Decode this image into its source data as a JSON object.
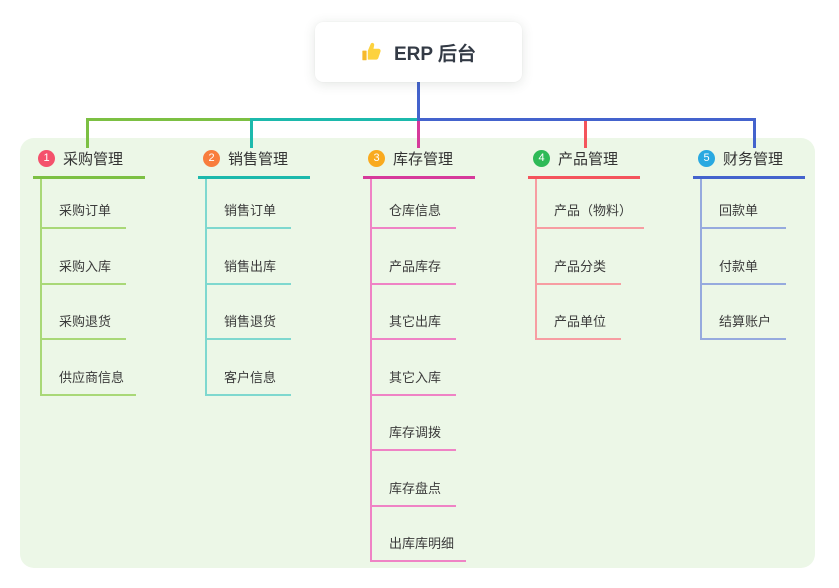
{
  "root": {
    "title": "ERP 后台",
    "icon": "thumbs-up-icon"
  },
  "connector": {
    "stem_color": "#4463cd"
  },
  "branches": [
    {
      "num": "1",
      "title": "采购管理",
      "color": "#7cc043",
      "light_color": "#a9d877",
      "badge_color": "#f4516c",
      "children": [
        "采购订单",
        "采购入库",
        "采购退货",
        "供应商信息"
      ]
    },
    {
      "num": "2",
      "title": "销售管理",
      "color": "#1cb9ac",
      "light_color": "#7ed8cf",
      "badge_color": "#f87d3d",
      "children": [
        "销售订单",
        "销售出库",
        "销售退货",
        "客户信息"
      ]
    },
    {
      "num": "3",
      "title": "库存管理",
      "color": "#d63a9b",
      "light_color": "#ef83c5",
      "badge_color": "#f9aa1f",
      "children": [
        "仓库信息",
        "产品库存",
        "其它出库",
        "其它入库",
        "库存调拨",
        "库存盘点",
        "出库库明细"
      ]
    },
    {
      "num": "4",
      "title": "产品管理",
      "color": "#f4545c",
      "light_color": "#f79da2",
      "badge_color": "#2eba57",
      "children": [
        "产品（物料）",
        "产品分类",
        "产品单位"
      ]
    },
    {
      "num": "5",
      "title": "财务管理",
      "color": "#4463cd",
      "light_color": "#96aade",
      "badge_color": "#29a9e1",
      "children": [
        "回款单",
        "付款单",
        "结算账户"
      ]
    }
  ]
}
